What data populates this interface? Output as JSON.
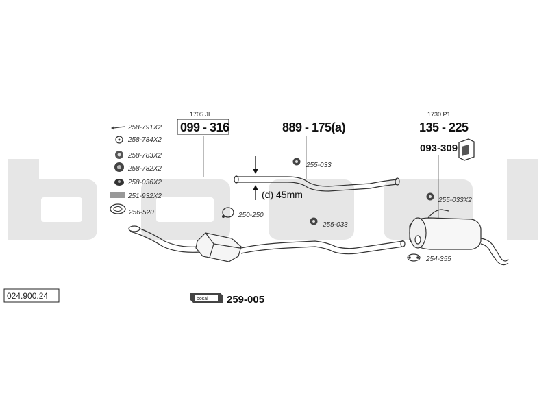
{
  "watermark": "bosal",
  "catalog_number": "024.900.24",
  "small_parts": [
    {
      "code": "258-791X2",
      "icon": "bolt-icon"
    },
    {
      "code": "258-784X2",
      "icon": "washer-icon"
    },
    {
      "code": "258-783X2",
      "icon": "rubber-ring-icon"
    },
    {
      "code": "258-782X2",
      "icon": "nut-icon"
    },
    {
      "code": "258-036X2",
      "icon": "flange-nut-icon"
    },
    {
      "code": "251-932X2",
      "icon": "spring-icon"
    },
    {
      "code": "256-520",
      "icon": "gasket-icon"
    }
  ],
  "front_pipe": {
    "ref": "1705.JL",
    "part": "099 - 316"
  },
  "middle_pipe": {
    "part": "889 - 175(a)",
    "mount": "255-033",
    "dimension": "(d) 45mm"
  },
  "rear_silencer": {
    "ref": "1730.P1",
    "part": "135 - 225",
    "bracket": "093-309",
    "mount": "255-033X2",
    "clamp": "254-355"
  },
  "lower_mount": "255-033",
  "clamp": "250-250",
  "mounting_kit": {
    "badge": "bosal",
    "part": "259-005"
  }
}
